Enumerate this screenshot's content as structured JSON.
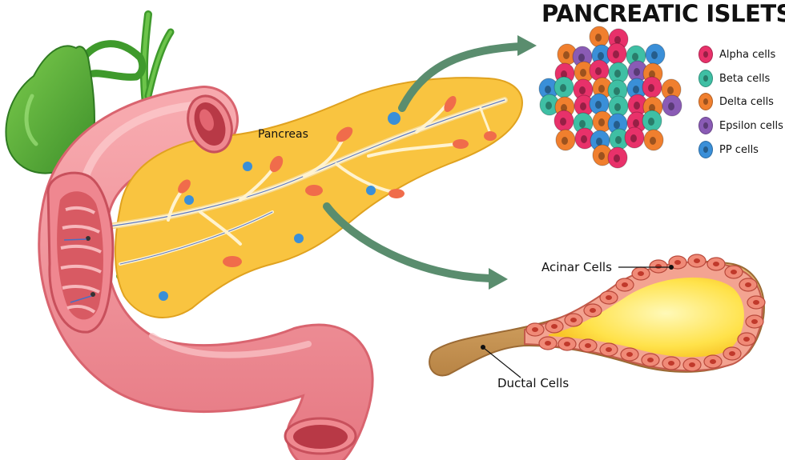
{
  "title": "PANCREATIC ISLETS",
  "labels": {
    "pancreas": "Pancreas",
    "acinar": "Acinar Cells",
    "ductal": "Ductal Cells"
  },
  "legend": [
    {
      "label": "Alpha cells",
      "color": "#e8316a"
    },
    {
      "label": "Beta cells",
      "color": "#3fbfa4"
    },
    {
      "label": "Delta cells",
      "color": "#f07f2e"
    },
    {
      "label": "Epsilon cells",
      "color": "#8a5bb5"
    },
    {
      "label": "PP cells",
      "color": "#3a8fd8"
    }
  ],
  "colors": {
    "pancreas": "#f8c23c",
    "intestine": "#f08e96",
    "gallbladder": "#5bb33c",
    "arrow": "#5a8d6e",
    "duct": "#fff2c6"
  }
}
